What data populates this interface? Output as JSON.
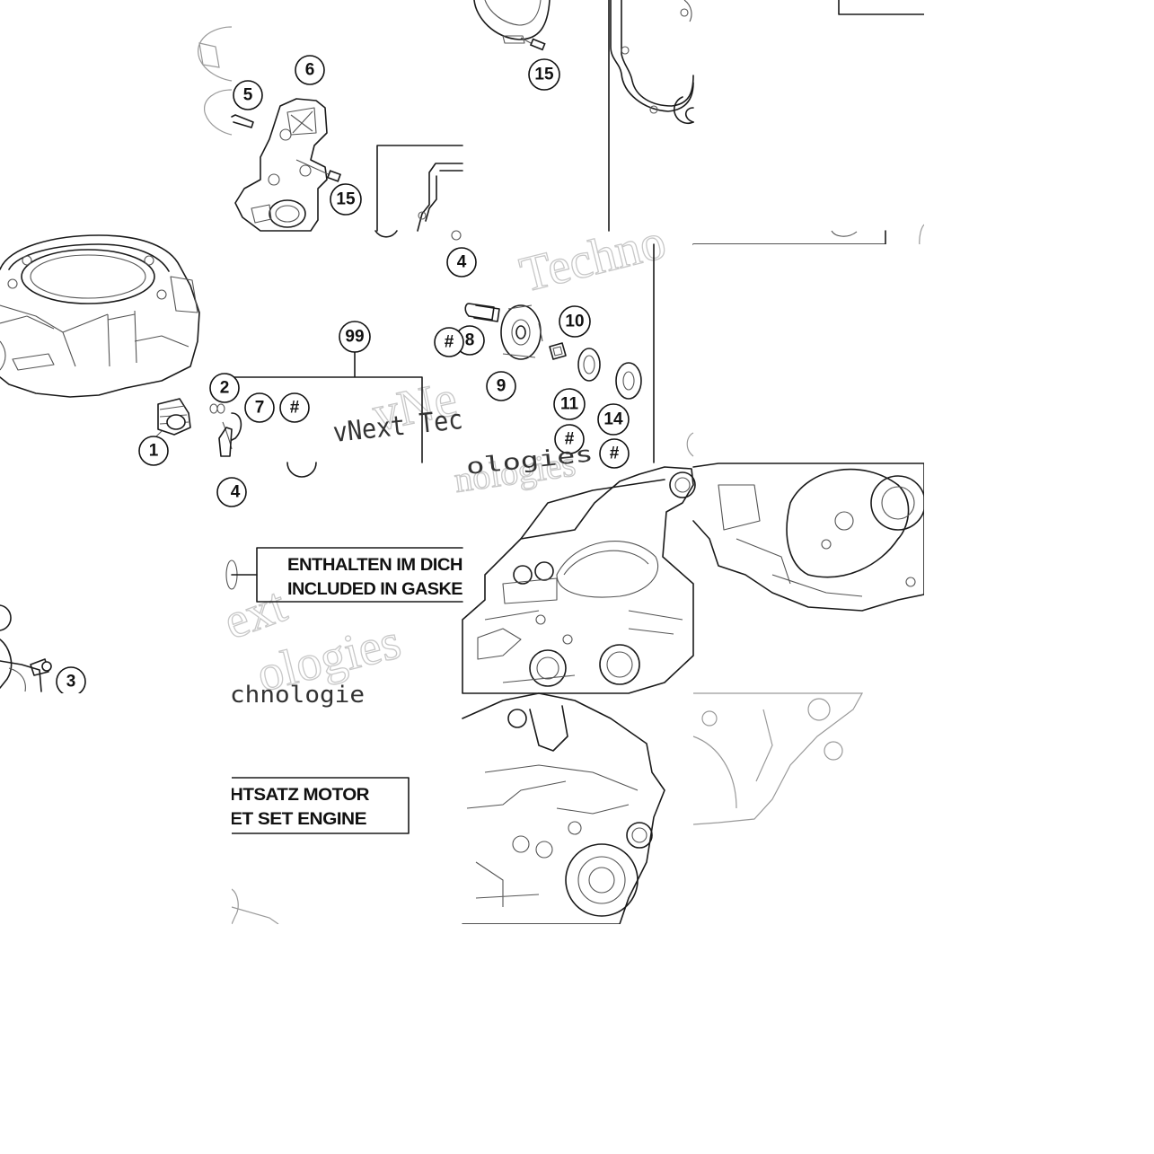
{
  "diagram": {
    "callouts": [
      {
        "id": "c1",
        "label": "1"
      },
      {
        "id": "c2",
        "label": "2"
      },
      {
        "id": "c3",
        "label": "3"
      },
      {
        "id": "c4a",
        "label": "4"
      },
      {
        "id": "c4b",
        "label": "4"
      },
      {
        "id": "c5",
        "label": "5"
      },
      {
        "id": "c6",
        "label": "6"
      },
      {
        "id": "c7",
        "label": "7"
      },
      {
        "id": "c8",
        "label": "8"
      },
      {
        "id": "c9",
        "label": "9"
      },
      {
        "id": "c10",
        "label": "10"
      },
      {
        "id": "c11",
        "label": "11"
      },
      {
        "id": "c14",
        "label": "14"
      },
      {
        "id": "c15a",
        "label": "15"
      },
      {
        "id": "c15b",
        "label": "15"
      },
      {
        "id": "c99",
        "label": "99"
      },
      {
        "id": "h1",
        "label": "#"
      },
      {
        "id": "h2",
        "label": "#"
      },
      {
        "id": "h3",
        "label": "#"
      },
      {
        "id": "h4",
        "label": "#"
      }
    ],
    "note": {
      "line1_part1": "ENTHALTEN IM DICH",
      "line2_part1": "INCLUDED IN GASKE",
      "line1_part2": "HTSATZ MOTOR",
      "line2_part2": "ET SET ENGINE"
    },
    "watermarks": {
      "w1": "Techno",
      "w2": "vNe",
      "w3": "vNext Tec",
      "w4": "nologies",
      "w5": "ext",
      "w6": "ologies",
      "w7": "chnologie"
    }
  }
}
